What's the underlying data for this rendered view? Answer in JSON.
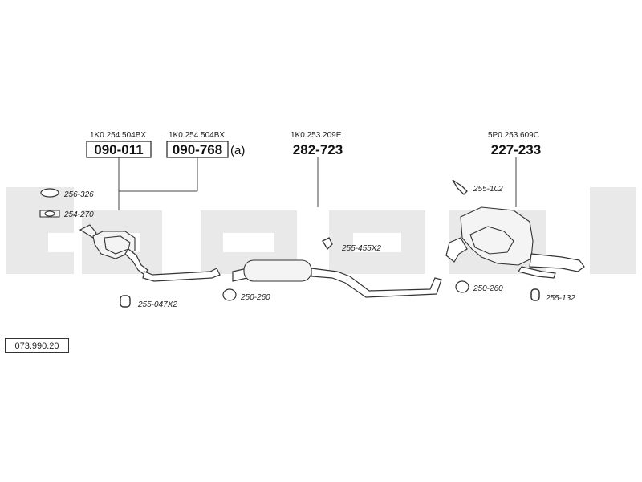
{
  "diagram_id": "073.990.20",
  "watermark_color": "#e9e9e9",
  "parts": [
    {
      "oe": "1K0.254.504BX",
      "number": "090-011",
      "suffix": ""
    },
    {
      "oe": "1K0.254.504BX",
      "number": "090-768",
      "suffix": "(a)"
    },
    {
      "oe": "1K0.253.209E",
      "number": "282-723",
      "suffix": ""
    },
    {
      "oe": "5P0.253.609C",
      "number": "227-233",
      "suffix": ""
    }
  ],
  "accessories": [
    {
      "code": "256-326",
      "icon": "gasket-ring-icon"
    },
    {
      "code": "254-270",
      "icon": "gasket-plate-icon"
    },
    {
      "code": "255-047X2",
      "icon": "rubber-mount-icon"
    },
    {
      "code": "250-260",
      "icon": "clamp-icon"
    },
    {
      "code": "255-455X2",
      "icon": "hanger-bracket-icon"
    },
    {
      "code": "255-102",
      "icon": "hanger-strap-icon"
    },
    {
      "code": "250-260",
      "icon": "clamp-icon"
    },
    {
      "code": "255-132",
      "icon": "rubber-ring-icon"
    }
  ]
}
